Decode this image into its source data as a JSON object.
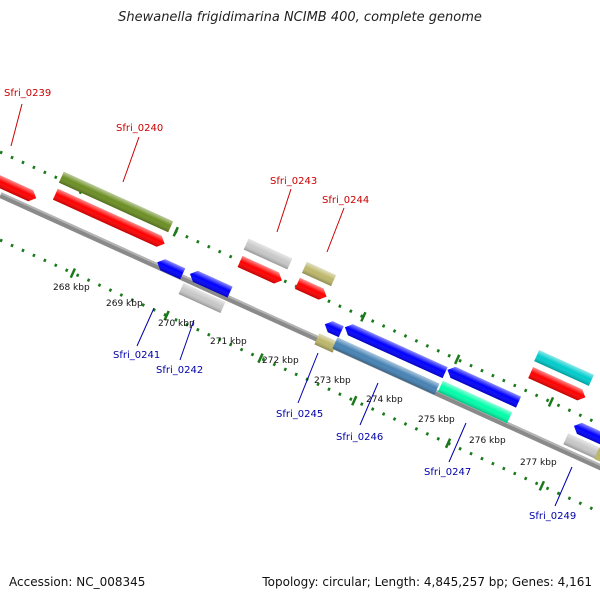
{
  "title": "Shewanella frigidimarina NCIMB 400, complete genome",
  "footer": {
    "accession": "Accession: NC_008345",
    "summary": "Topology: circular; Length: 4,845,257 bp; Genes: 4,161"
  },
  "colors": {
    "forward_label": "#cc0000",
    "reverse_label": "#0000aa",
    "backbone": "#808080",
    "tick": "#1a7a1a"
  },
  "kbp_ticks": [
    "268 kbp",
    "269 kbp",
    "270 kbp",
    "271 kbp",
    "272 kbp",
    "273 kbp",
    "274 kbp",
    "275 kbp",
    "276 kbp",
    "277 kbp"
  ],
  "forward_labels": [
    "Sfri_0239",
    "Sfri_0240",
    "Sfri_0243",
    "Sfri_0244"
  ],
  "reverse_labels": [
    "Sfri_0241",
    "Sfri_0242",
    "Sfri_0245",
    "Sfri_0246",
    "Sfri_0247",
    "Sfri_0249"
  ],
  "gene_colors": {
    "red": "#ff0000",
    "olive": "#6b8e23",
    "light_gray": "#c8c8c8",
    "khaki": "#bdb76b",
    "blue": "#0000ff",
    "steel": "#4682b4",
    "aqua": "#00ffaa",
    "cyan": "#00cccc"
  }
}
